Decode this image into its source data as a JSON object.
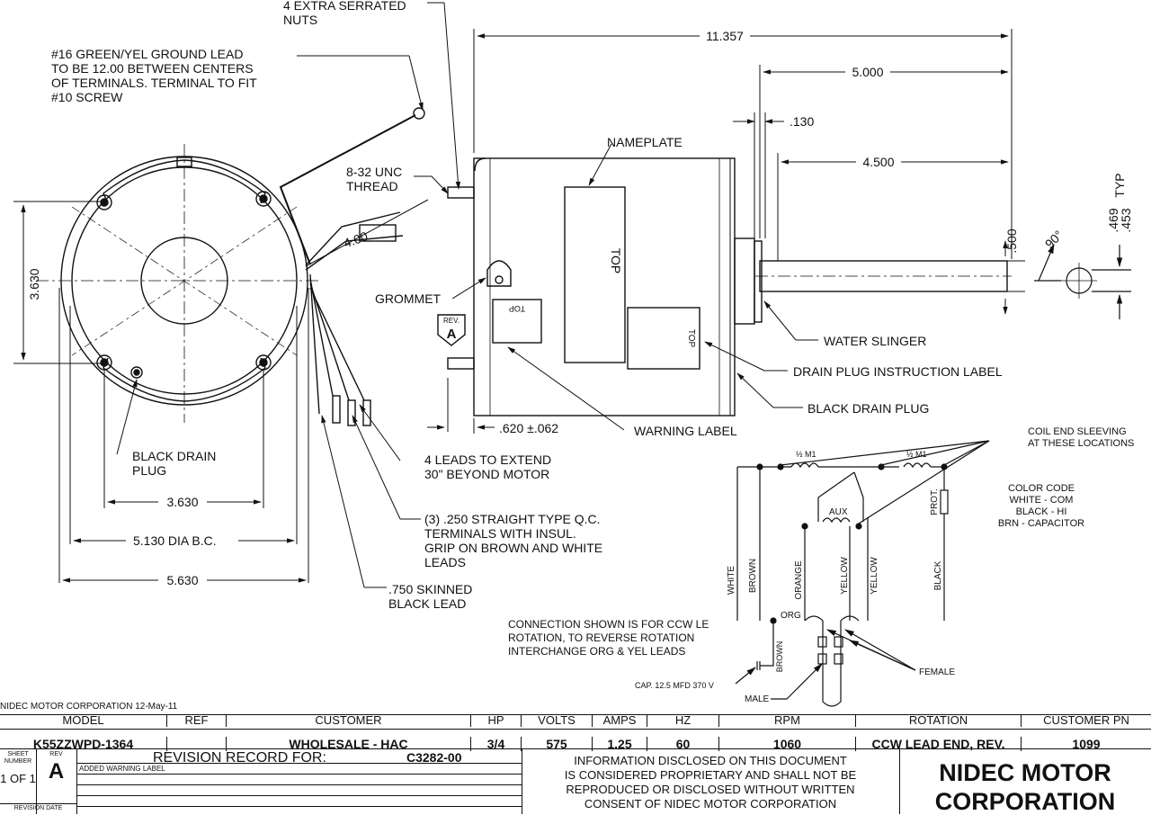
{
  "drawing": {
    "dimensions": {
      "overall_length": "11.357",
      "shaft_length": "5.000",
      "shaft_usable": "4.500",
      "flange_gap": ".130",
      "lead_exit": "4.00",
      "bolt_pattern": "3.630",
      "bolt_pattern_height": "3.630",
      "bolt_circle": "5.130  DIA B.C.",
      "overall_diameter": "5.630",
      "stud_projection": ".620 ±.062",
      "shaft_diameter": ".500",
      "flat_depth_hi": ".469",
      "flat_depth_lo": ".453",
      "flat_typ": "TYP",
      "flat_angle": "90°"
    },
    "callouts": {
      "serrated_nuts": [
        "4 EXTRA SERRATED",
        "NUTS"
      ],
      "ground_lead": [
        "#16 GREEN/YEL  GROUND  LEAD",
        "TO BE 12.00 BETWEEN CENTERS",
        "OF TERMINALS. TERMINAL TO FIT",
        "#10 SCREW"
      ],
      "thread": [
        "8-32 UNC",
        "THREAD"
      ],
      "nameplate": "NAMEPLATE",
      "grommet": "GROMMET",
      "rev_box": "REV.",
      "rev_letter": "A",
      "top_label": "TOP",
      "water_slinger": "WATER SLINGER",
      "drain_plug_label": "DRAIN PLUG INSTRUCTION LABEL",
      "black_drain_plug_right": "BLACK DRAIN PLUG",
      "warning_label": "WARNING LABEL",
      "black_drain_plug_left": [
        "BLACK DRAIN",
        "PLUG"
      ],
      "leads_extend": [
        "4 LEADS TO EXTEND",
        "30\" BEYOND MOTOR"
      ],
      "terminals": [
        "(3) .250 STRAIGHT TYPE Q.C.",
        "TERMINALS WITH INSUL.",
        "GRIP ON BROWN AND WHITE",
        "LEADS"
      ],
      "skinned_lead": [
        ".750 SKINNED",
        "BLACK LEAD"
      ]
    },
    "wiring": {
      "coil_sleeving": [
        "COIL END SLEEVING",
        "AT THESE LOCATIONS"
      ],
      "color_code": [
        "COLOR CODE",
        "WHITE - COM",
        "BLACK - HI",
        "BRN - CAPACITOR"
      ],
      "half_m1": "½ M1",
      "aux": "AUX",
      "prot": "PROT.",
      "wires": {
        "white": "WHITE",
        "brown": "BROWN",
        "orange": "ORANGE",
        "yellow1": "YELLOW",
        "yellow2": "YELLOW",
        "black": "BLACK",
        "brown2": "BROWN"
      },
      "org": "ORG",
      "connection_note": [
        "CONNECTION SHOWN IS FOR CCW LE",
        "ROTATION, TO REVERSE ROTATION",
        "INTERCHANGE ORG & YEL LEADS"
      ],
      "capacitor": "CAP. 12.5 MFD 370 V",
      "female": "FEMALE",
      "male": "MALE"
    }
  },
  "title_block": {
    "company_date": "NIDEC MOTOR CORPORATION 12-May-11",
    "headers": [
      "MODEL",
      "REF",
      "CUSTOMER",
      "HP",
      "VOLTS",
      "AMPS",
      "HZ",
      "RPM",
      "ROTATION",
      "CUSTOMER PN"
    ],
    "values": [
      "K55ZZWPD-1364",
      "",
      "WHOLESALE - HAC",
      "3/4",
      "575",
      "1.25",
      "60",
      "1060",
      "CCW LEAD END, REV.",
      "1099"
    ],
    "sheet_label": [
      "SHEET",
      "NUMBER"
    ],
    "sheet_value": "1 OF 1",
    "rev_label": "REV",
    "rev_value": "A",
    "revision_record_title": "REVISION RECORD FOR:",
    "revision_record_number": "C3282-00",
    "revision_entry": "ADDED WARNING LABEL",
    "revision_date_label": "REVISION DATE",
    "notice": [
      "INFORMATION DISCLOSED ON THIS DOCUMENT",
      "IS CONSIDERED PROPRIETARY AND SHALL NOT BE",
      "REPRODUCED OR DISCLOSED WITHOUT WRITTEN",
      "CONSENT OF NIDEC MOTOR CORPORATION"
    ],
    "company_logo": [
      "NIDEC MOTOR",
      "CORPORATION"
    ]
  }
}
